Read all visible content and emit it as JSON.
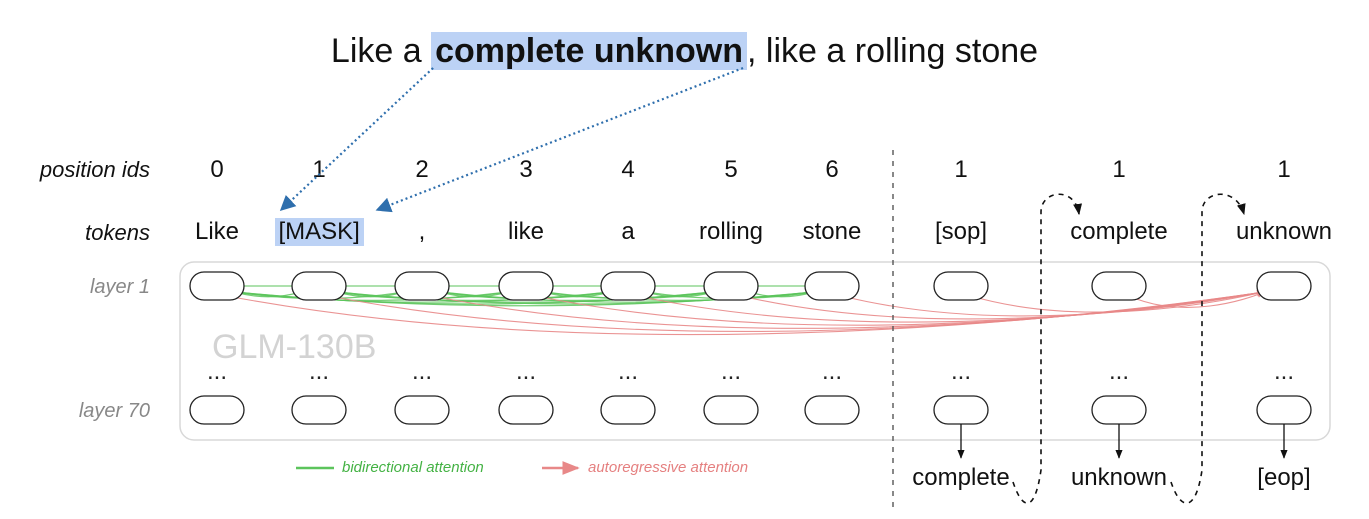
{
  "sentence": {
    "before": "Like a ",
    "highlight": "complete unknown",
    "after": ", like a rolling stone"
  },
  "labels": {
    "position_ids": "position ids",
    "tokens": "tokens",
    "layer_first": "layer 1",
    "layer_last": "layer 70"
  },
  "model_name": "GLM-130B",
  "position_ids": [
    "0",
    "1",
    "2",
    "3",
    "4",
    "5",
    "6",
    "1",
    "1",
    "1"
  ],
  "tokens": [
    "Like",
    "[MASK]",
    ",",
    "like",
    "a",
    "rolling",
    "stone",
    "[sop]",
    "complete",
    "unknown"
  ],
  "output_tokens": [
    "complete",
    "unknown",
    "[eop]"
  ],
  "ellipsis": "...",
  "legend": {
    "bidirectional": "bidirectional attention",
    "autoregressive": "autoregressive attention"
  },
  "colors": {
    "highlight": "#bcd2f5",
    "bidirectional": "#5cc45c",
    "autoregressive": "#e88888",
    "mask_arrow": "#2f6fad",
    "model_name": "#d3d3d3"
  }
}
